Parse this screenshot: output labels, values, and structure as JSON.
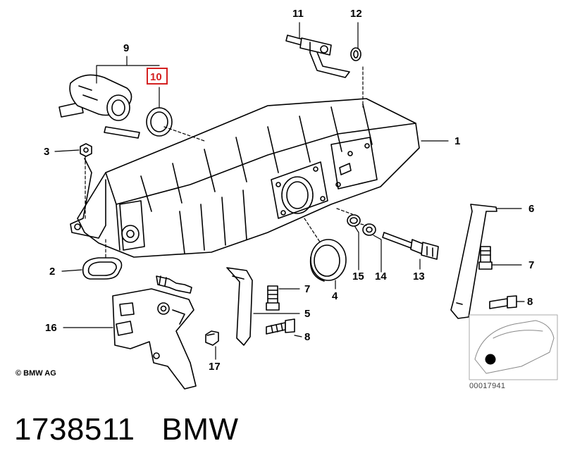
{
  "callouts": [
    {
      "id": "1",
      "label": "1"
    },
    {
      "id": "2",
      "label": "2"
    },
    {
      "id": "3",
      "label": "3"
    },
    {
      "id": "4",
      "label": "4"
    },
    {
      "id": "5",
      "label": "5"
    },
    {
      "id": "6",
      "label": "6"
    },
    {
      "id": "7a",
      "label": "7"
    },
    {
      "id": "7b",
      "label": "7"
    },
    {
      "id": "8a",
      "label": "8"
    },
    {
      "id": "8b",
      "label": "8"
    },
    {
      "id": "9",
      "label": "9"
    },
    {
      "id": "10",
      "label": "10"
    },
    {
      "id": "11",
      "label": "11"
    },
    {
      "id": "12",
      "label": "12"
    },
    {
      "id": "13",
      "label": "13"
    },
    {
      "id": "14",
      "label": "14"
    },
    {
      "id": "15",
      "label": "15"
    },
    {
      "id": "16",
      "label": "16"
    },
    {
      "id": "17",
      "label": "17"
    }
  ],
  "highlight": {
    "callout": "10",
    "color": "#d42020"
  },
  "copyright": "© BMW AG",
  "reference_number": "00017941",
  "part_number": "1738511",
  "brand": "BMW"
}
